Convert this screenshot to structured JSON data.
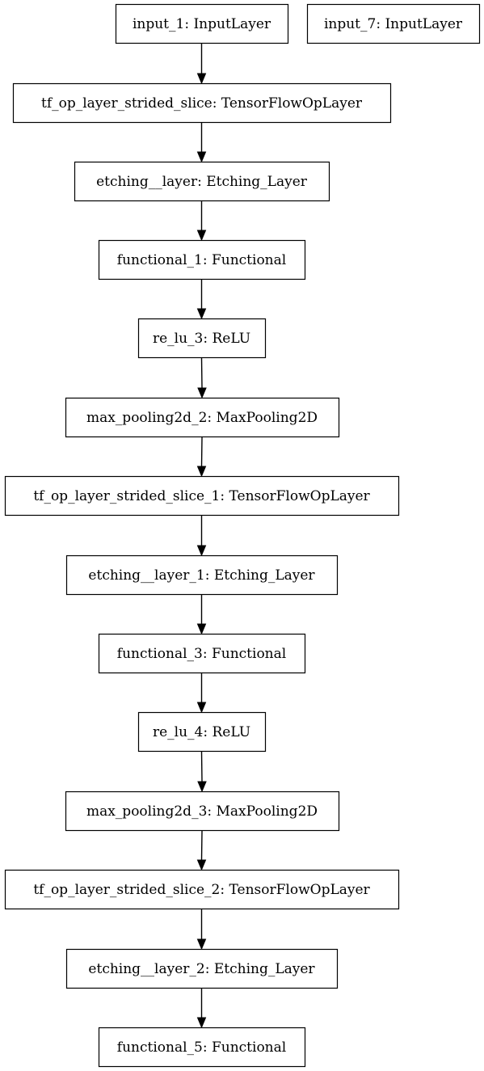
{
  "diagram": {
    "type": "model-layer-graph",
    "nodes": [
      {
        "id": "input_1",
        "label": "input_1: InputLayer"
      },
      {
        "id": "input_7",
        "label": "input_7: InputLayer"
      },
      {
        "id": "tf_op_layer_strided_slice",
        "label": "tf_op_layer_strided_slice: TensorFlowOpLayer"
      },
      {
        "id": "etching__layer",
        "label": "etching__layer: Etching_Layer"
      },
      {
        "id": "functional_1",
        "label": "functional_1: Functional"
      },
      {
        "id": "re_lu_3",
        "label": "re_lu_3: ReLU"
      },
      {
        "id": "max_pooling2d_2",
        "label": "max_pooling2d_2: MaxPooling2D"
      },
      {
        "id": "tf_op_layer_strided_slice_1",
        "label": "tf_op_layer_strided_slice_1: TensorFlowOpLayer"
      },
      {
        "id": "etching__layer_1",
        "label": "etching__layer_1: Etching_Layer"
      },
      {
        "id": "functional_3",
        "label": "functional_3: Functional"
      },
      {
        "id": "re_lu_4",
        "label": "re_lu_4: ReLU"
      },
      {
        "id": "max_pooling2d_3",
        "label": "max_pooling2d_3: MaxPooling2D"
      },
      {
        "id": "tf_op_layer_strided_slice_2",
        "label": "tf_op_layer_strided_slice_2: TensorFlowOpLayer"
      },
      {
        "id": "etching__layer_2",
        "label": "etching__layer_2: Etching_Layer"
      },
      {
        "id": "functional_5",
        "label": "functional_5: Functional"
      }
    ],
    "edges": [
      {
        "from": "input_1",
        "to": "tf_op_layer_strided_slice"
      },
      {
        "from": "tf_op_layer_strided_slice",
        "to": "etching__layer"
      },
      {
        "from": "etching__layer",
        "to": "functional_1"
      },
      {
        "from": "functional_1",
        "to": "re_lu_3"
      },
      {
        "from": "re_lu_3",
        "to": "max_pooling2d_2"
      },
      {
        "from": "max_pooling2d_2",
        "to": "tf_op_layer_strided_slice_1"
      },
      {
        "from": "tf_op_layer_strided_slice_1",
        "to": "etching__layer_1"
      },
      {
        "from": "etching__layer_1",
        "to": "functional_3"
      },
      {
        "from": "functional_3",
        "to": "re_lu_4"
      },
      {
        "from": "re_lu_4",
        "to": "max_pooling2d_3"
      },
      {
        "from": "max_pooling2d_3",
        "to": "tf_op_layer_strided_slice_2"
      },
      {
        "from": "tf_op_layer_strided_slice_2",
        "to": "etching__layer_2"
      },
      {
        "from": "etching__layer_2",
        "to": "functional_5"
      }
    ]
  }
}
